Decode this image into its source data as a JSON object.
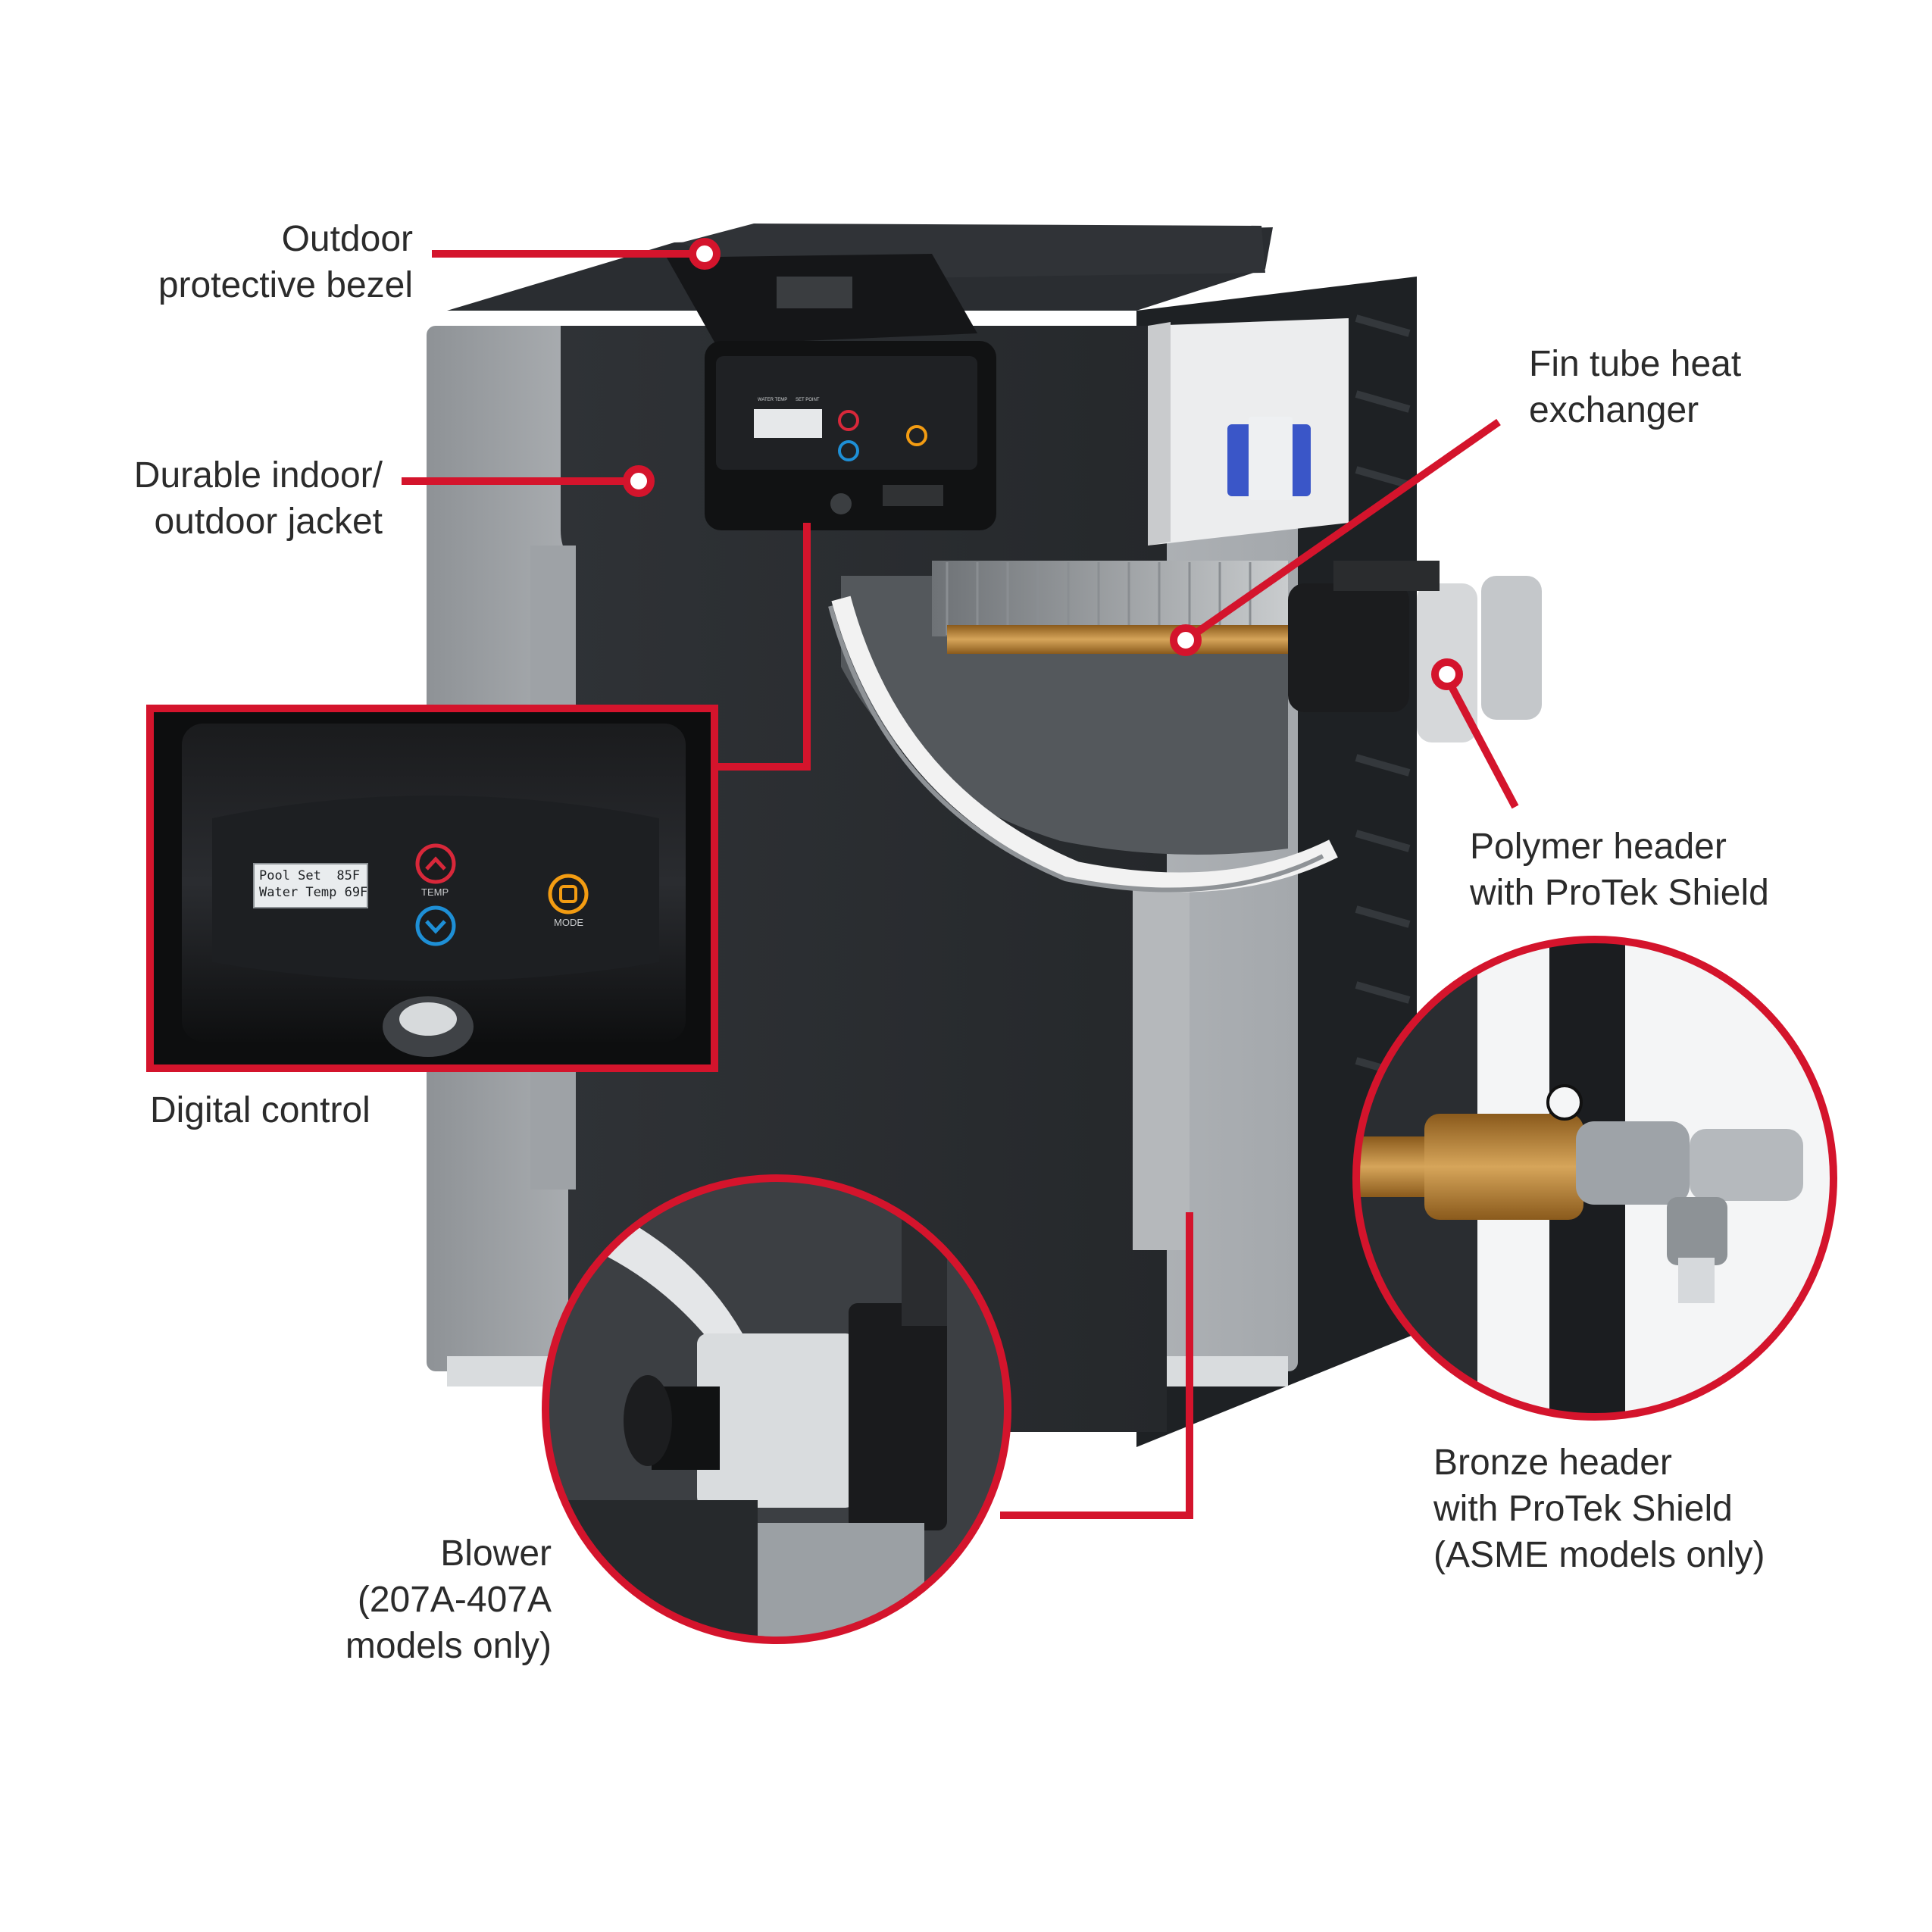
{
  "colors": {
    "callout_red": "#d4142c",
    "jacket_dark": "#2c2f33",
    "jacket_silver": "#b9bcbf",
    "bronze": "#b8893a",
    "polymer_grey": "#9ea3a8",
    "button_red": "#d8283a",
    "button_blue": "#1e8fd6",
    "button_orange": "#f39c12"
  },
  "labels": {
    "bezel": [
      "Outdoor",
      "protective bezel"
    ],
    "jacket": [
      "Durable indoor/",
      "outdoor jacket"
    ],
    "digital_control": [
      "Digital control"
    ],
    "heat_exchanger": [
      "Fin tube heat",
      "exchanger"
    ],
    "polymer_header": [
      "Polymer header",
      "with ProTek Shield"
    ],
    "bronze_header": [
      "Bronze header",
      "with ProTek Shield",
      "(ASME models only)"
    ],
    "blower": [
      "Blower",
      "(207A-407A",
      "models only)"
    ]
  },
  "control_panel": {
    "lcd_line1": "Pool Set  85F",
    "lcd_line2": "Water Temp 69F",
    "temp_label": "TEMP",
    "mode_label": "MODE",
    "small_water_temp": "WATER TEMP",
    "small_set_point": "SET POINT"
  },
  "icons": [
    "chevron-up-icon",
    "chevron-down-icon",
    "mode-icon",
    "power-switch-icon"
  ]
}
